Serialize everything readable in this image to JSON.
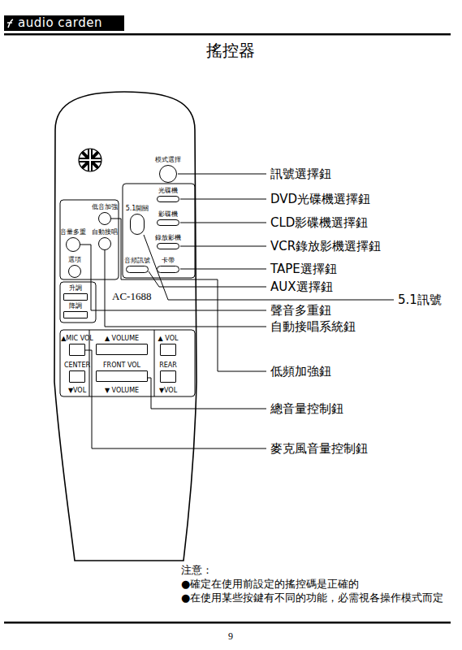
{
  "diagram": {
    "title": "搖控器",
    "nodes": [
      {
        "text": [
          "AC-1688"
        ]
      },
      {
        "text": [
          "模式選擇"
        ],
        "in": 0
      },
      {
        "text": [
          "光碟機"
        ],
        "in": 0
      },
      {
        "text": [
          "5.1開關"
        ],
        "in": 0
      },
      {
        "text": [
          "影碟機"
        ],
        "in": 0
      },
      {
        "text": [
          "低音加強"
        ],
        "in": 0
      },
      {
        "text": [
          "自動接唱"
        ],
        "in": 0
      },
      {
        "text": [
          "音量多重"
        ],
        "in": 0
      },
      {
        "text": [
          "錄放影機"
        ],
        "in": 0
      },
      {
        "text": [
          "選項"
        ],
        "in": 0
      },
      {
        "text": [
          "音頻訊號"
        ],
        "in": 0
      },
      {
        "text": [
          "卡帶"
        ],
        "in": 0
      },
      {
        "text": [
          "升調"
        ],
        "in": 0
      },
      {
        "text": [
          "降調"
        ],
        "in": 0
      },
      {
        "text": [
          "▲MIC VOL"
        ],
        "in": 0
      },
      {
        "text": [
          "CENTER"
        ],
        "in": 0
      },
      {
        "text": [
          "▲ VOLUME"
        ],
        "in": 0
      },
      {
        "text": [
          "FRONT VOL"
        ],
        "in": 0
      },
      {
        "text": [
          "▲ VOL"
        ],
        "in": 0
      },
      {
        "text": [
          "REAR"
        ],
        "in": 0
      }
    ],
    "labels": [
      "audio carden",
      "訊號選擇鈕",
      "DVD光碟機選擇鈕",
      "CLD影碟機選擇鈕",
      "VCR錄放影機選擇鈕",
      "TAPE選擇鈕",
      "AUX選擇鈕",
      "5.1訊號",
      "聲音多重鈕",
      "自動接唱系統鈕",
      "低頻加強鈕",
      "總音量控制鈕",
      "麥克風音量控制鈕",
      "▼VOL",
      "▼ VOLUME",
      "▼VOL",
      "注意：",
      "●確定在使用前設定的搖控碼是正確的",
      "●在使用某些按鍵有不同的功能，必需視各操作模式而定",
      "9"
    ]
  }
}
